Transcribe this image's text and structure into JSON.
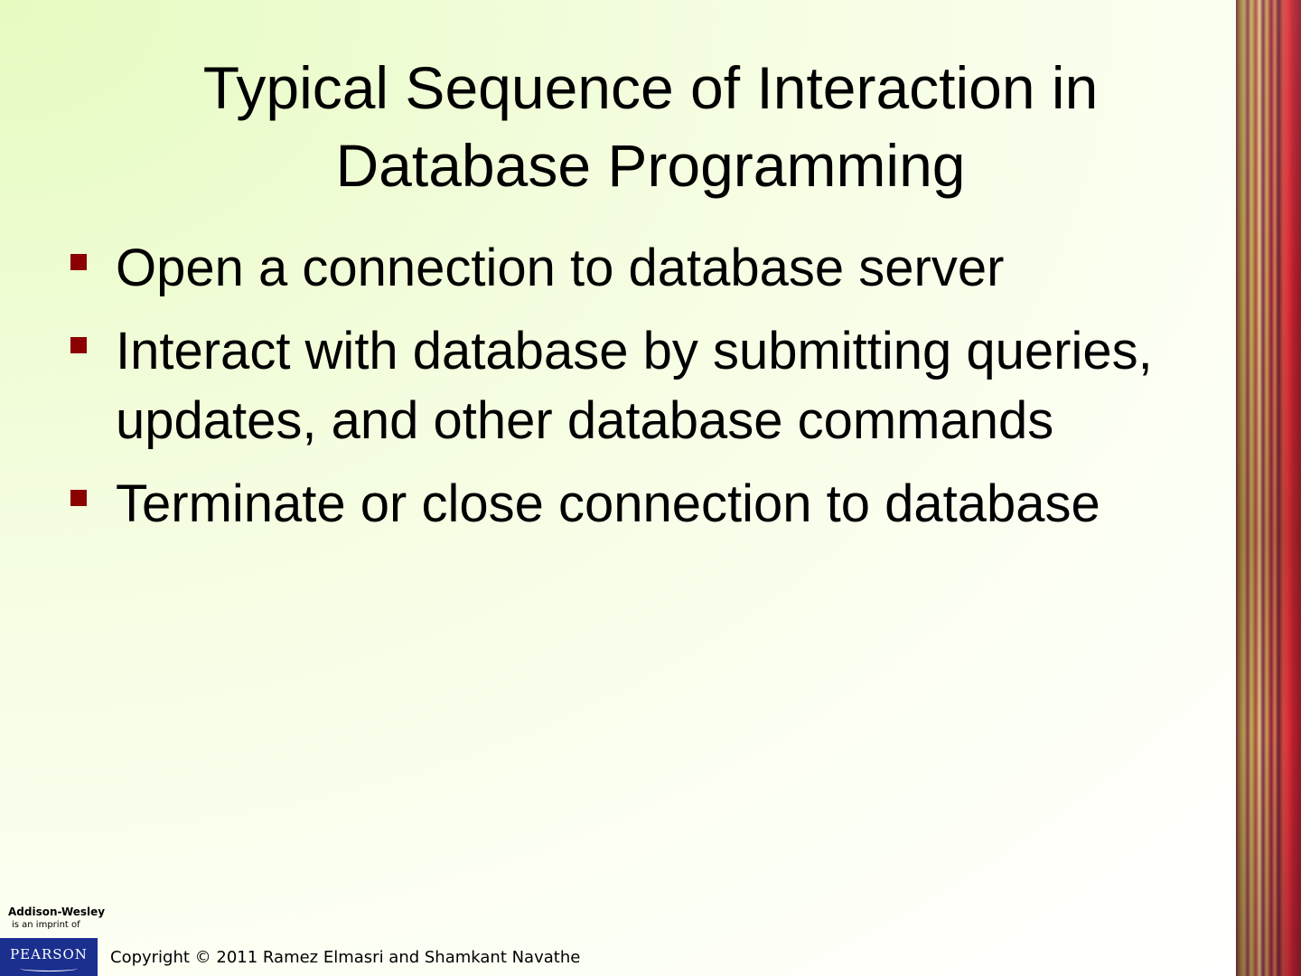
{
  "slide": {
    "title_line1": "Typical Sequence of Interaction in",
    "title_line2": "Database Programming",
    "bullets": [
      "Open a connection to database server",
      "Interact with database by submitting queries, updates, and other database commands",
      "Terminate or close connection to database"
    ]
  },
  "footer": {
    "publisher": "Addison-Wesley",
    "imprint": "is an imprint of",
    "logo": "PEARSON",
    "copyright": "Copyright © 2011 Ramez Elmasri and Shamkant Navathe"
  },
  "colors": {
    "bullet_marker": "#8b0000",
    "pearson_blue": "#1b2f8f"
  }
}
